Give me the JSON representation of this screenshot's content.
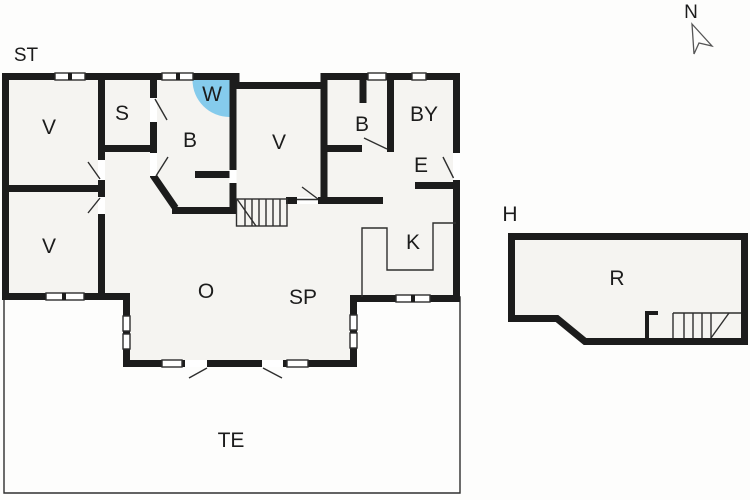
{
  "labels": {
    "site": "ST",
    "north": "N",
    "bedroom_top_left": "V",
    "sauna": "S",
    "whirlpool": "W",
    "bath_main": "B",
    "bedroom_middle": "V",
    "bath_right": "B",
    "utility": "BY",
    "entrance": "E",
    "bedroom_bottom_left": "V",
    "kitchen": "K",
    "living": "O",
    "dining": "SP",
    "terrace": "TE",
    "annex": "H",
    "annex_room": "R"
  },
  "colors": {
    "page": "#fdfdfc",
    "floor": "#f5f4f1",
    "wall": "#1c1c1c",
    "line": "#2e2e2e",
    "text": "#1c1c1c",
    "accent_blue": "#85cbec"
  }
}
